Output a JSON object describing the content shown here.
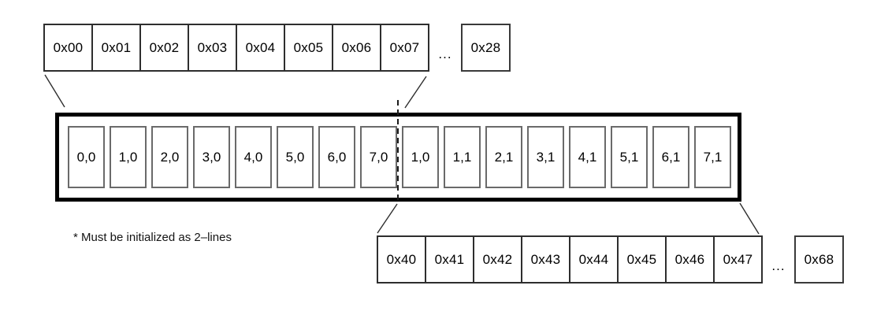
{
  "figure": {
    "top_row": {
      "cells": [
        "0x00",
        "0x01",
        "0x02",
        "0x03",
        "0x04",
        "0x05",
        "0x06",
        "0x07"
      ],
      "ellipsis": "...",
      "last_cell": "0x28"
    },
    "buffer": {
      "cells": [
        "0,0",
        "1,0",
        "2,0",
        "3,0",
        "4,0",
        "5,0",
        "6,0",
        "7,0",
        "1,0",
        "1,1",
        "2,1",
        "3,1",
        "4,1",
        "5,1",
        "6,1",
        "7,1"
      ]
    },
    "bottom_row": {
      "cells": [
        "0x40",
        "0x41",
        "0x42",
        "0x43",
        "0x44",
        "0x45",
        "0x46",
        "0x47"
      ],
      "ellipsis": "...",
      "last_cell": "0x68"
    },
    "note": "* Must be initialized as 2–lines",
    "colors": {
      "line": "#2e2e2e",
      "cell_border": "#6a6a6a",
      "buffer_border": "#000000",
      "background": "#ffffff"
    }
  }
}
